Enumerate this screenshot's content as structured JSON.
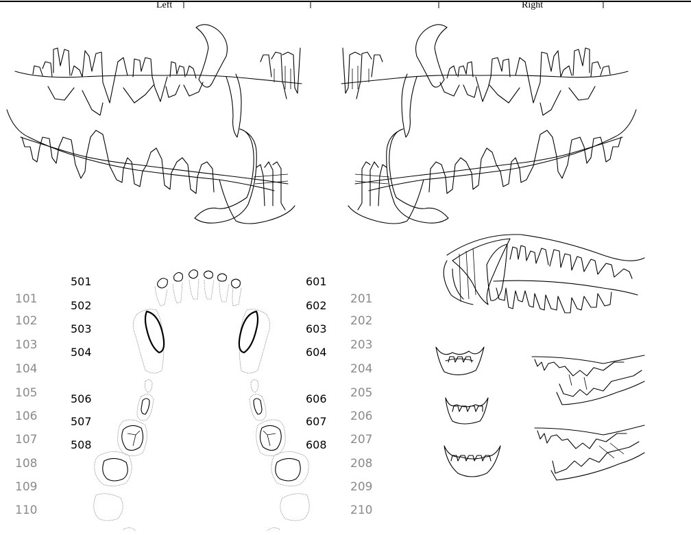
{
  "header": {
    "left_label": "Left",
    "right_label": "Right"
  },
  "left_columns": {
    "outer_numbers": [
      "101",
      "102",
      "103",
      "104",
      "105",
      "106",
      "107",
      "108",
      "109",
      "110"
    ],
    "inner_numbers": [
      "501",
      "502",
      "503",
      "504",
      "506",
      "507",
      "508"
    ]
  },
  "right_columns": {
    "inner_numbers": [
      "601",
      "602",
      "603",
      "604",
      "606",
      "607",
      "608"
    ],
    "outer_numbers": [
      "201",
      "202",
      "203",
      "204",
      "205",
      "206",
      "207",
      "208",
      "209",
      "210"
    ]
  },
  "colors": {
    "line": "#000000",
    "grey_number": "#8a8a8a",
    "background": "#ffffff"
  }
}
